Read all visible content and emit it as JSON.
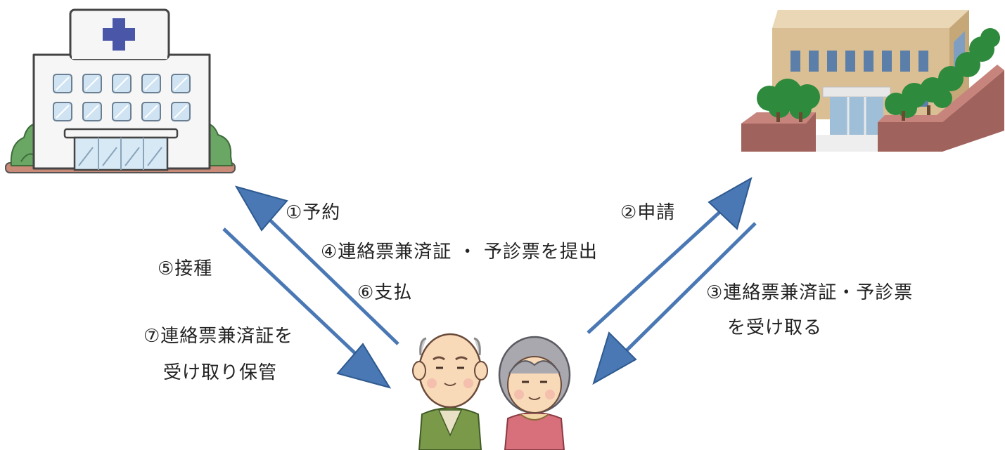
{
  "steps": {
    "s1": "①予約",
    "s2": "②申請",
    "s3_line1": "③連絡票兼済証・予診票",
    "s3_line2": "を受け取る",
    "s4": "④連絡票兼済証 ・ 予診票を提出",
    "s5": "⑤接種",
    "s6": "⑥支払",
    "s7_line1": "⑦連絡票兼済証を",
    "s7_line2": "受け取り保管"
  },
  "colors": {
    "arrow": "#4a78b4",
    "arrow_outline": "#2e5a90",
    "hospital_wall": "#f4f4f4",
    "hospital_cross": "#4a56a8",
    "office_wall": "#dcc29a",
    "tree_green": "#2f8a3a",
    "elder_man_jacket": "#7a9a4a",
    "elder_woman_jacket": "#d7707a"
  },
  "icons": [
    "hospital-icon",
    "city-office-icon",
    "elderly-couple-icon"
  ]
}
